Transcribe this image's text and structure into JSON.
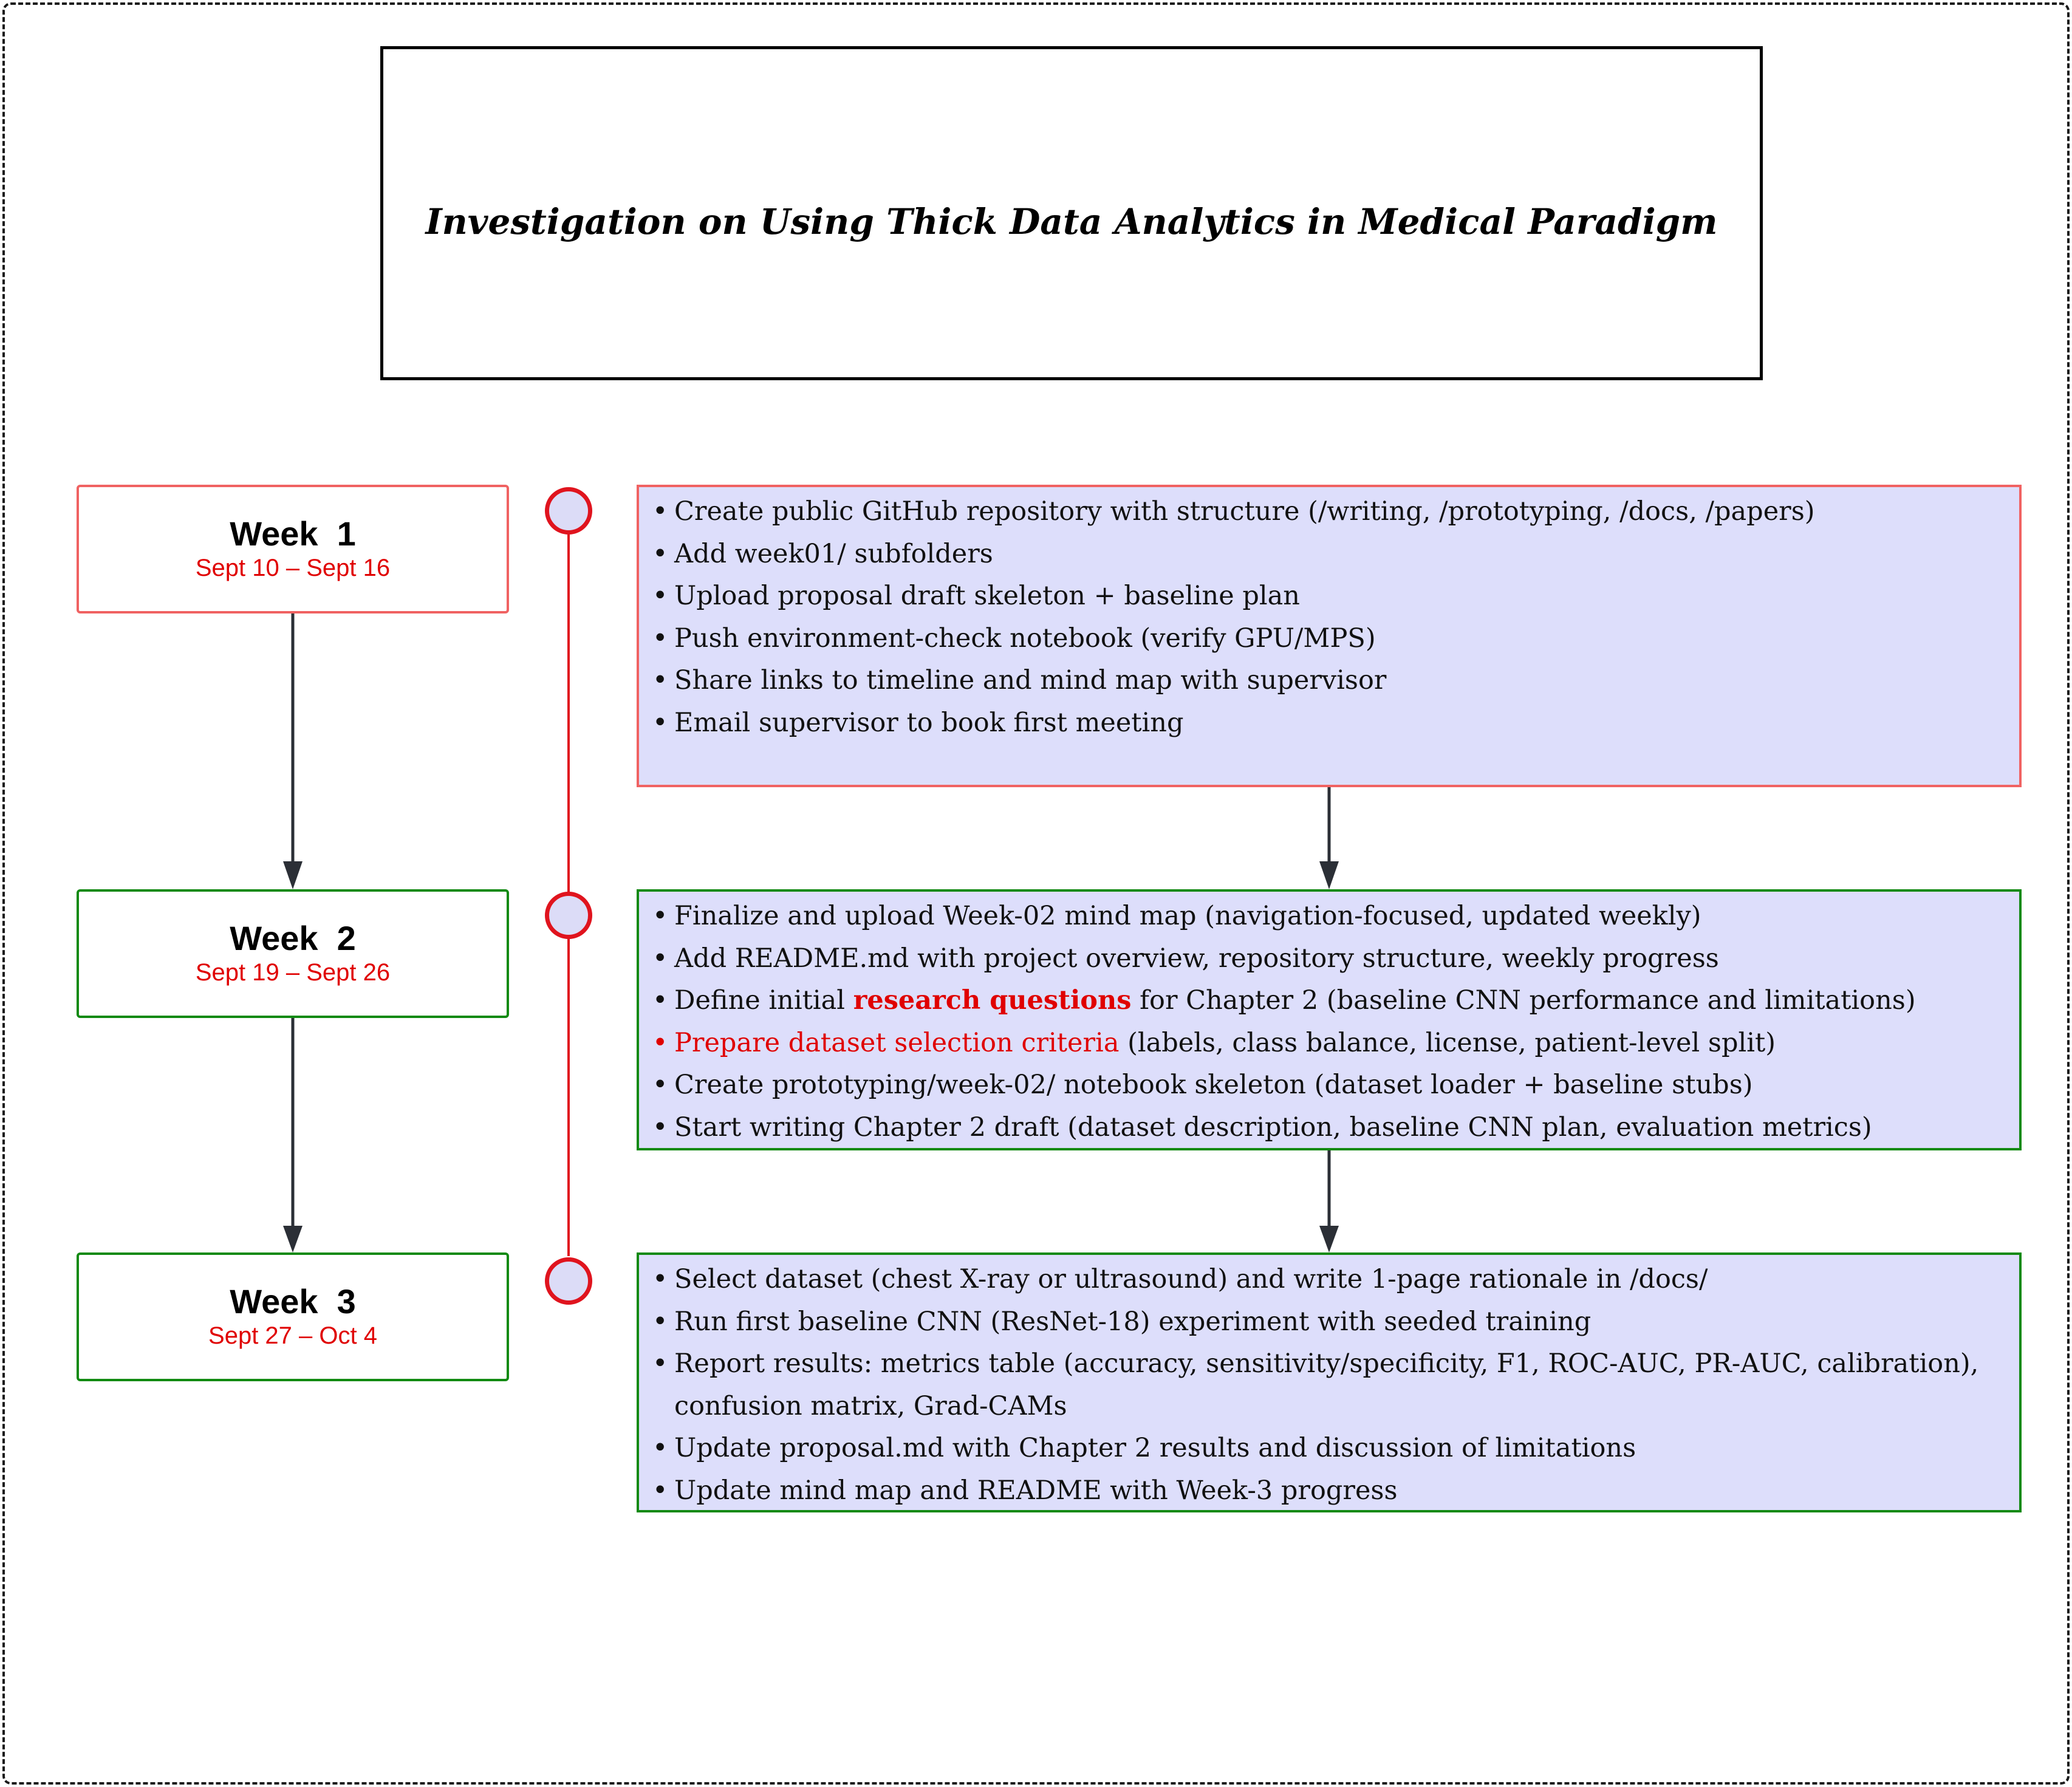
{
  "title": "Investigation on Using Thick Data Analytics in Medical Paradigm",
  "colors": {
    "accent_red": "#e00000",
    "week1_border": "#f06262",
    "green_border": "#128a12",
    "task_fill": "#dddefb",
    "timeline_red": "#e0141e"
  },
  "weeks": [
    {
      "label": "Week  1",
      "dates": "Sept 10 – Sept 16",
      "tasks": [
        "Create public GitHub repository with structure (/writing, /prototyping, /docs, /papers)",
        "Add week01/ subfolders",
        "Upload proposal draft skeleton + baseline plan",
        "Push environment-check notebook (verify GPU/MPS)",
        "Share links to timeline and mind map with supervisor",
        "Email supervisor to book first meeting"
      ]
    },
    {
      "label": "Week  2",
      "dates": "Sept 19 – Sept 26",
      "tasks": [
        "Finalize and upload Week-02 mind map (navigation-focused, updated weekly)",
        "Add README.md with project overview, repository structure, weekly progress",
        {
          "before": "Define initial ",
          "highlight": "research questions",
          "after": " for Chapter 2 (baseline CNN performance and limitations)"
        },
        {
          "highlight": "Prepare dataset selection criteria",
          "after": " (labels, class balance, license, patient-level split)"
        },
        "Create prototyping/week-02/ notebook skeleton (dataset loader + baseline stubs)",
        "Start writing Chapter 2 draft (dataset description, baseline CNN plan, evaluation metrics)"
      ]
    },
    {
      "label": "Week  3",
      "dates": "Sept 27 – Oct 4",
      "tasks": [
        "Select dataset (chest X-ray or ultrasound) and write 1-page rationale in /docs/",
        "Run first baseline CNN (ResNet-18) experiment with seeded training",
        "Report results: metrics table (accuracy, sensitivity/specificity, F1, ROC-AUC, PR-AUC, calibration), confusion matrix, Grad-CAMs",
        "Update proposal.md with Chapter 2 results and discussion of limitations",
        "Update mind map and README with Week-3 progress"
      ]
    }
  ]
}
